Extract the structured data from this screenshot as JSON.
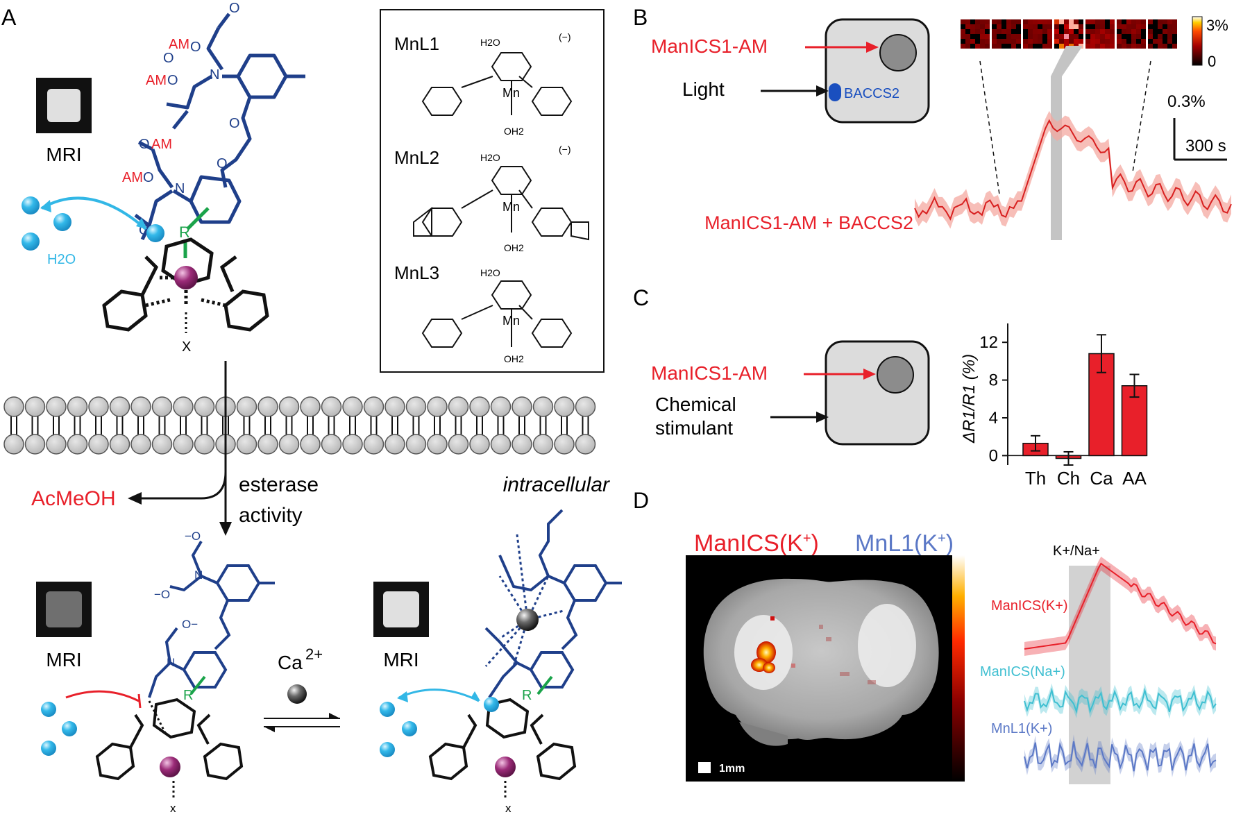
{
  "panels": {
    "a": "A",
    "b": "B",
    "c": "C",
    "d": "D"
  },
  "colors": {
    "red": "#e8202a",
    "blue": "#1f3f8a",
    "green": "#1aa34a",
    "cyan": "#32b7e6",
    "gray": "#c8c8c8",
    "magenta": "#8b2c6e",
    "ltblue": "#5b78c6",
    "teal": "#3fbfd1"
  },
  "panel_a": {
    "mri_label": "MRI",
    "am": "AM",
    "o": "O",
    "oam": "OAM",
    "amo": "AMO",
    "n": "N",
    "r": "R",
    "x": "X",
    "x_small": "x",
    "h2o": "H2O",
    "acmeoh": "AcMeOH",
    "esterase_line1": "esterase",
    "esterase_line2": "activity",
    "intracellular": "intracellular",
    "ca2": "Ca",
    "ca2_sup": "2+",
    "o_minus": "−O",
    "o_minus2": "O−",
    "box": {
      "l1": "MnL1",
      "l2": "MnL2",
      "l3": "MnL3",
      "charge": "(−)",
      "mn": "Mn",
      "h2o_ax": "H2O",
      "oh2": "OH2"
    }
  },
  "panel_b": {
    "probe": "ManICS1-AM",
    "light": "Light",
    "baccs": "BACCS2",
    "trace_label": "ManICS1-AM + BACCS2",
    "cbar_max": "3%",
    "cbar_min": "0",
    "scale_y": "0.3%",
    "scale_x": "300 s"
  },
  "panel_c": {
    "probe": "ManICS1-AM",
    "stim1": "Chemical",
    "stim2": "stimulant",
    "ylabel": "ΔR1/R1 (%)",
    "chart_data": {
      "type": "bar",
      "categories": [
        "Th",
        "Ch",
        "Ca",
        "AA"
      ],
      "values": [
        1.3,
        -0.3,
        10.8,
        7.4
      ],
      "errors": [
        0.8,
        0.7,
        2.0,
        1.2
      ],
      "ylim": [
        -1,
        14
      ],
      "yticks": [
        0,
        4,
        8,
        12
      ],
      "ylabel": "ΔR1/R1 (%)"
    }
  },
  "panel_d": {
    "title_red": "ManICS(K",
    "title_blue": "MnL1(K",
    "plus": "+",
    "close": ")",
    "scalebar": "1mm",
    "stim": "K+/Na+",
    "trace1": "ManICS(K+)",
    "trace2": "ManICS(Na+)",
    "trace3": "MnL1(K+)"
  }
}
